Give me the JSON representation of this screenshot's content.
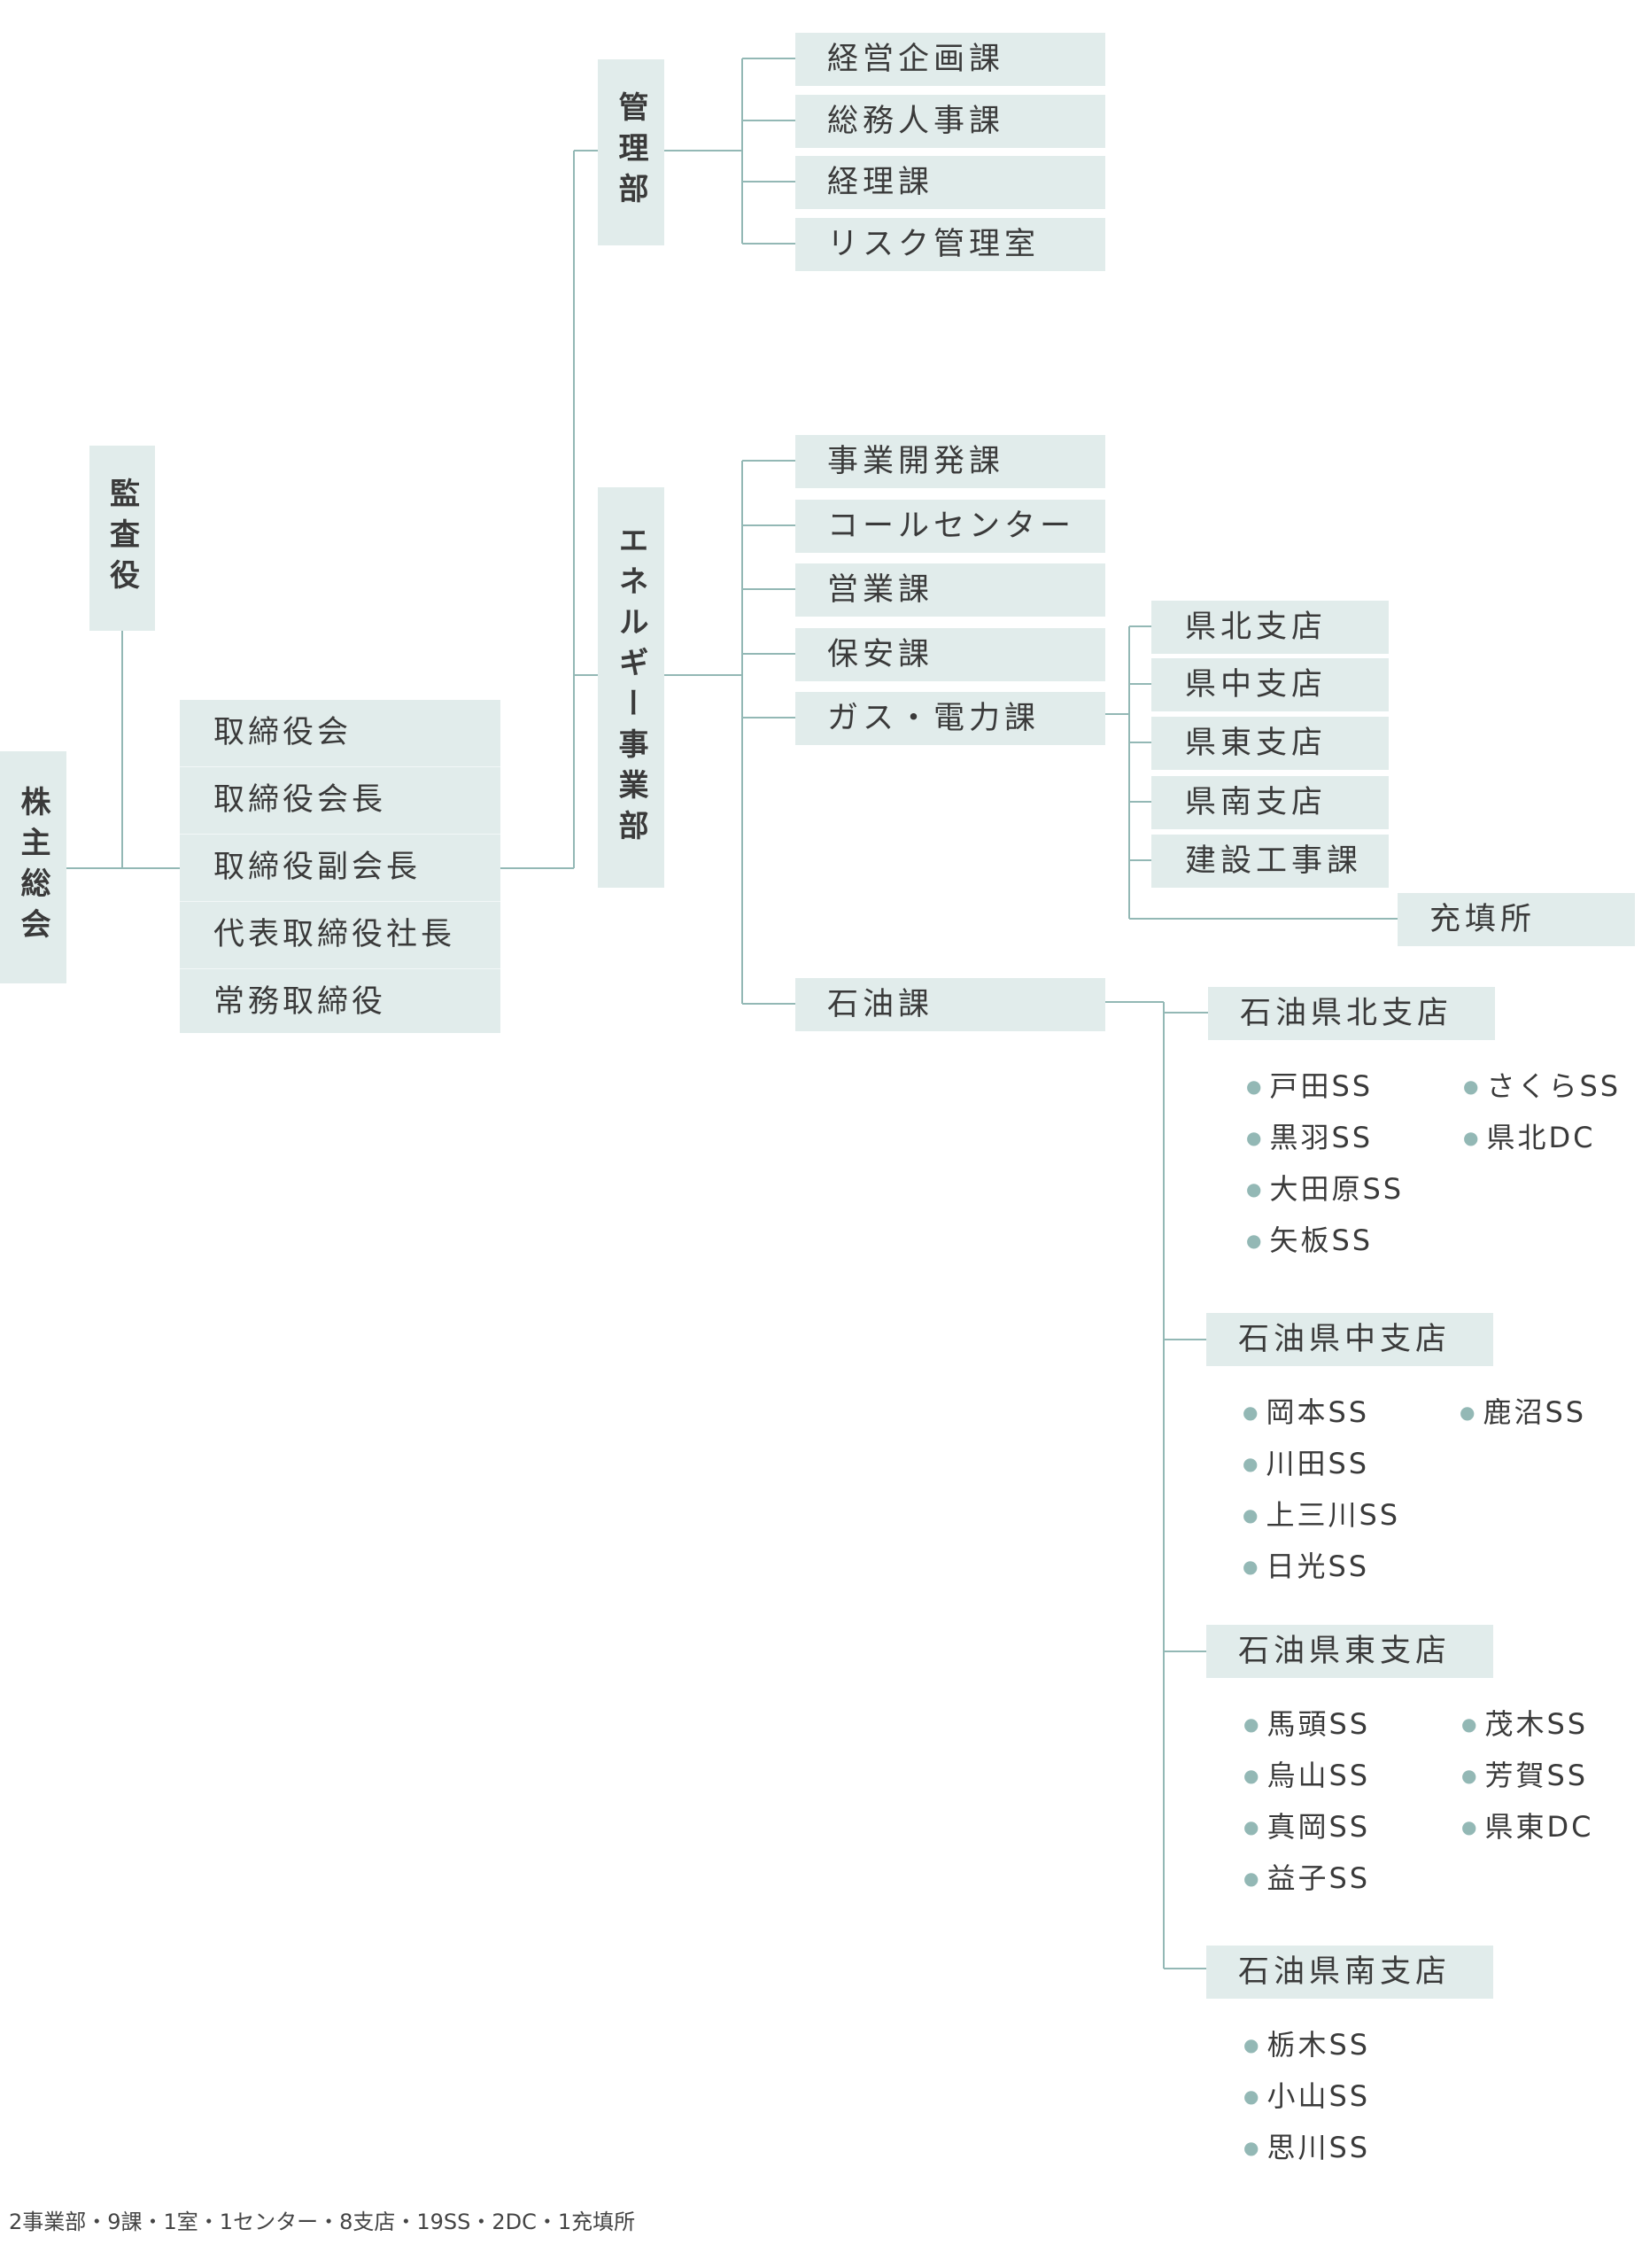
{
  "root": {
    "label": "株主総会"
  },
  "auditor": {
    "label": "監査役"
  },
  "board": {
    "items": [
      "取締役会",
      "取締役会長",
      "取締役副会長",
      "代表取締役社長",
      "常務取締役"
    ]
  },
  "admin": {
    "label": "管理部",
    "sections": [
      "経営企画課",
      "総務人事課",
      "経理課",
      "リスク管理室"
    ]
  },
  "energy": {
    "label": "エネルギー事業部",
    "sections": [
      "事業開発課",
      "コールセンター",
      "営業課",
      "保安課",
      "ガス・電力課",
      "石油課"
    ]
  },
  "gas_branches": [
    "県北支店",
    "県中支店",
    "県東支店",
    "県南支店",
    "建設工事課"
  ],
  "filling": {
    "label": "充填所"
  },
  "oil_branches": [
    {
      "name": "石油県北支店",
      "col1": [
        "戸田SS",
        "黒羽SS",
        "大田原SS",
        "矢板SS"
      ],
      "col2": [
        "さくらSS",
        "県北DC"
      ]
    },
    {
      "name": "石油県中支店",
      "col1": [
        "岡本SS",
        "川田SS",
        "上三川SS",
        "日光SS"
      ],
      "col2": [
        "鹿沼SS"
      ]
    },
    {
      "name": "石油県東支店",
      "col1": [
        "馬頭SS",
        "烏山SS",
        "真岡SS",
        "益子SS"
      ],
      "col2": [
        "茂木SS",
        "芳賀SS",
        "県東DC"
      ]
    },
    {
      "name": "石油県南支店",
      "col1": [
        "栃木SS",
        "小山SS",
        "思川SS"
      ],
      "col2": []
    }
  ],
  "footer": "2事業部・9課・1室・1センター・8支店・19SS・2DC・1充填所",
  "colors": {
    "box": "#e1eceb",
    "line": "#93b8b5",
    "text": "#3a3a3a"
  }
}
